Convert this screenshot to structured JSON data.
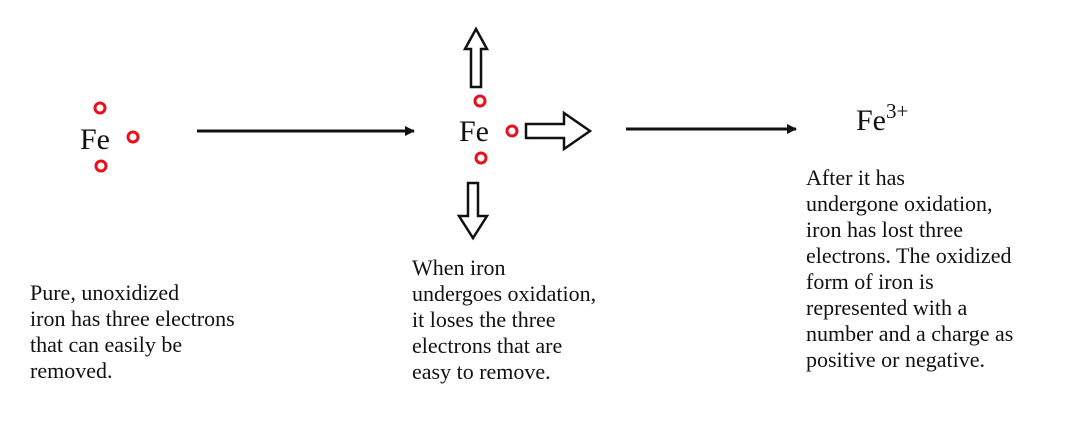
{
  "stages": [
    {
      "symbol": "Fe",
      "electrons": 3
    },
    {
      "symbol": "Fe",
      "electrons": 3
    },
    {
      "symbol": "Fe",
      "charge": "3+"
    }
  ],
  "captions": [
    "Pure, unoxidized\niron has three electrons\nthat can easily be\nremoved.",
    "When iron\nundergoes oxidation,\nit loses the three\nelectrons that are\neasy to remove.",
    "After it has\nundergone oxidation,\niron has lost three\nelectrons. The oxidized\nform of iron is\nrepresented with a\nnumber and a charge as\npositive or negative."
  ],
  "colors": {
    "electron": "#e8101a",
    "ink": "#111111"
  }
}
